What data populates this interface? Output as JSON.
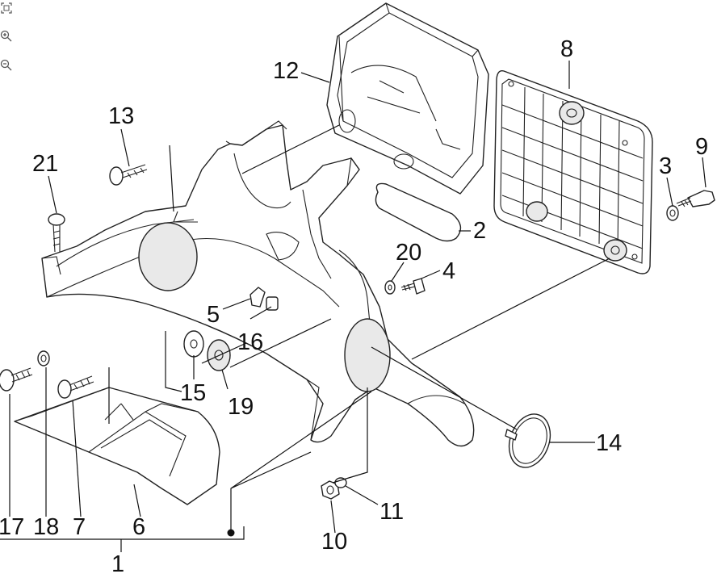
{
  "toolbar": {
    "buttons": [
      {
        "id": "fit",
        "icon": "fit-to-page-icon"
      },
      {
        "id": "zoom_in",
        "icon": "zoom-in-icon"
      },
      {
        "id": "zoom_out",
        "icon": "zoom-out-icon"
      }
    ]
  },
  "callouts": {
    "c1": "1",
    "c2": "2",
    "c3": "3",
    "c4": "4",
    "c5": "5",
    "c6": "6",
    "c7": "7",
    "c8": "8",
    "c9": "9",
    "c10": "10",
    "c11": "11",
    "c12": "12",
    "c13": "13",
    "c14": "14",
    "c15": "15",
    "c16": "16",
    "c17": "17",
    "c18": "18",
    "c19": "19",
    "c20": "20",
    "c21": "21"
  }
}
